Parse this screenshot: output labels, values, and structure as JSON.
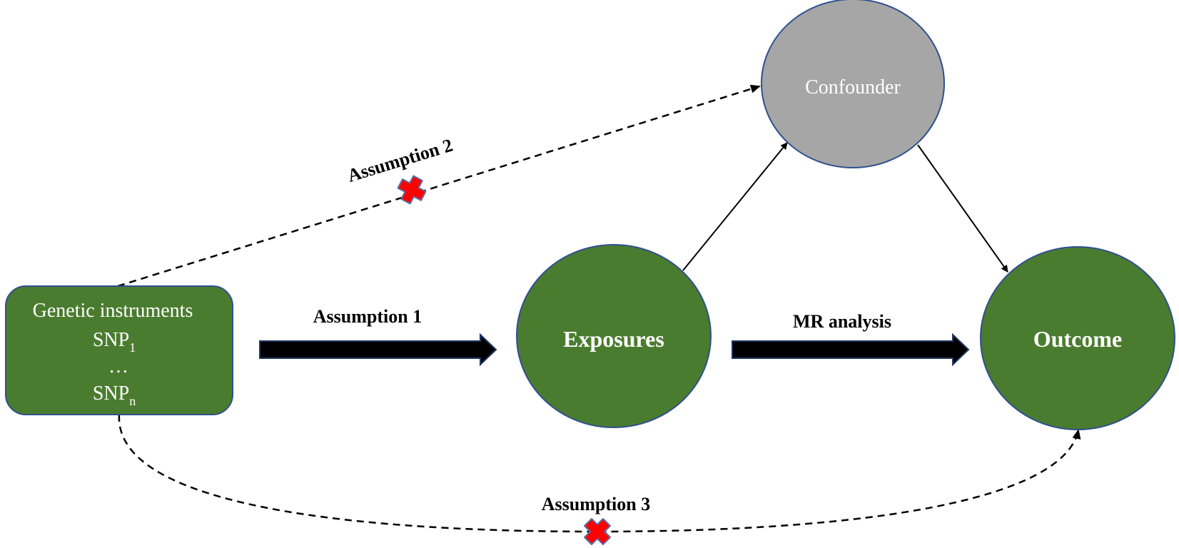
{
  "instruments": {
    "title": "Genetic instruments",
    "snp_first_base": "SNP",
    "snp_first_sub": "1",
    "ellipsis": "…",
    "snp_last_base": "SNP",
    "snp_last_sub": "n"
  },
  "nodes": {
    "exposures": "Exposures",
    "outcome": "Outcome",
    "confounder": "Confounder"
  },
  "labels": {
    "assumption_1": "Assumption 1",
    "assumption_2": "Assumption 2",
    "assumption_3": "Assumption 3",
    "mr_analysis": "MR analysis"
  },
  "colors": {
    "node_green": "#4a7c2f",
    "node_grey": "#a6a6a6",
    "node_border": "#2f4f8f",
    "arrow_fill": "#000000",
    "arrow_outline": "#1f3864",
    "cross_fill": "#ff0000",
    "cross_outline": "#5b6fa8"
  }
}
